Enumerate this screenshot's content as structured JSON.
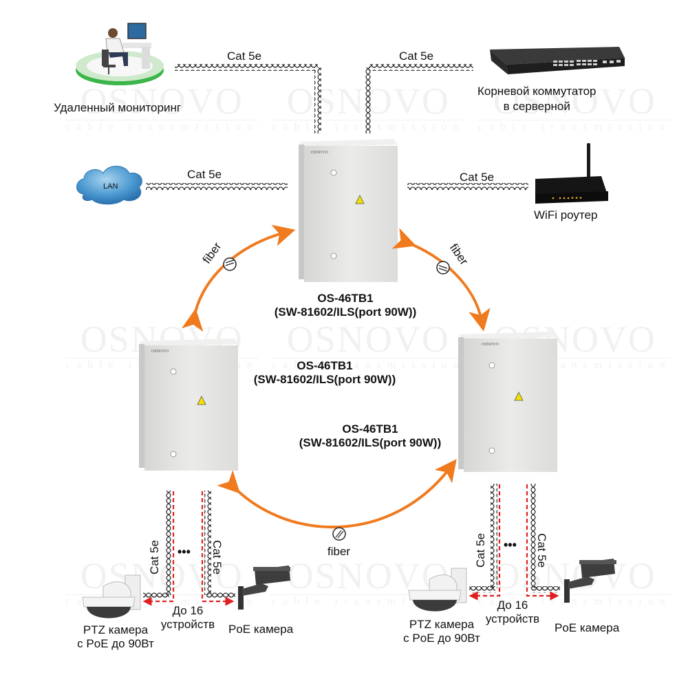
{
  "watermark": {
    "brand": "OSNOVO",
    "tagline": "cable transmission"
  },
  "nodes": {
    "remote_monitoring": {
      "label": "Удаленный мониторинг"
    },
    "root_switch": {
      "label_line1": "Корневой коммутатор",
      "label_line2": "в серверной"
    },
    "lan": {
      "label": "LAN"
    },
    "wifi_router": {
      "label": "WiFi роутер"
    }
  },
  "links": {
    "cat5e": "Cat 5e",
    "fiber": "fiber"
  },
  "cabinets": [
    {
      "model": "OS-46TB1",
      "switch": "(SW-81602/ILS(port 90W))",
      "brand": "OSNOVO"
    },
    {
      "model": "OS-46TB1",
      "switch": "(SW-81602/ILS(port 90W))",
      "brand": "OSNOVO"
    },
    {
      "model": "OS-46TB1",
      "switch": "(SW-81602/ILS(port 90W))",
      "brand": "OSNOVO"
    }
  ],
  "endpoints": {
    "ptz_camera": {
      "line1": "PTZ камера",
      "line2": "с PoE до 90Вт"
    },
    "poe_camera": {
      "label": "PoE камера"
    },
    "device_count": {
      "line1": "До 16",
      "line2": "устройств"
    },
    "ellipsis": "•••"
  },
  "colors": {
    "fiber_arrow": "#f07a1e",
    "dashed_arrow": "#e02020",
    "cabinet": "#e3e3e1",
    "cloud": "#3f8fc8",
    "ring_green": "#3cb54a"
  }
}
